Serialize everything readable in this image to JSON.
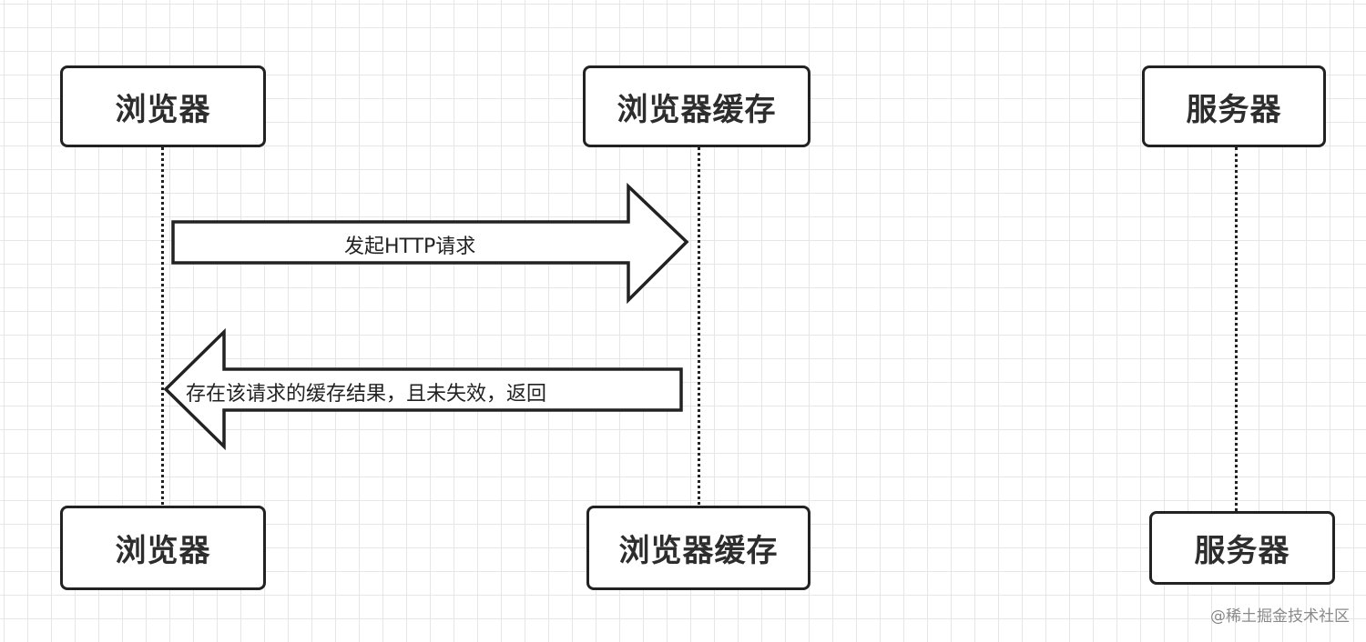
{
  "participants": {
    "browser": "浏览器",
    "cache": "浏览器缓存",
    "server": "服务器"
  },
  "messages": [
    {
      "from": "browser",
      "to": "cache",
      "label": "发起HTTP请求"
    },
    {
      "from": "cache",
      "to": "browser",
      "label": "存在该请求的缓存结果，且未失效，返回"
    }
  ],
  "watermark": "@稀土掘金技术社区",
  "colors": {
    "grid": "#e6e6e6",
    "stroke": "#222222",
    "text": "#2d2d2d",
    "watermark": "#8a8a8a"
  }
}
